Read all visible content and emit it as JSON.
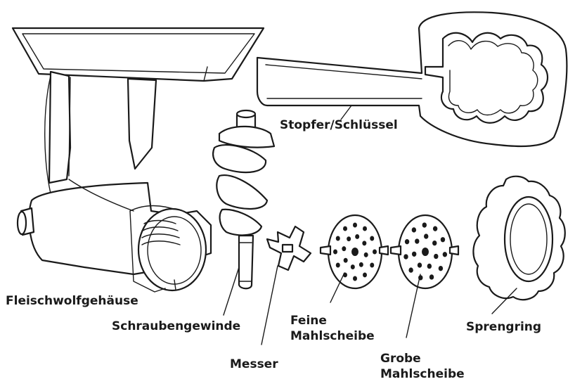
{
  "labels": {
    "tamper_key": "Stopfer/Schlüssel",
    "housing": "Fleischwolfgehäuse",
    "worm": "Schraubengewinde",
    "knife": "Messer",
    "fine_plate_line1": "Feine",
    "fine_plate_line2": "Mahlscheibe",
    "coarse_plate_line1": "Grobe",
    "coarse_plate_line2": "Mahlscheibe",
    "ring": "Sprengring"
  },
  "colors": {
    "ink": "#1a1a1a",
    "background": "#ffffff"
  }
}
